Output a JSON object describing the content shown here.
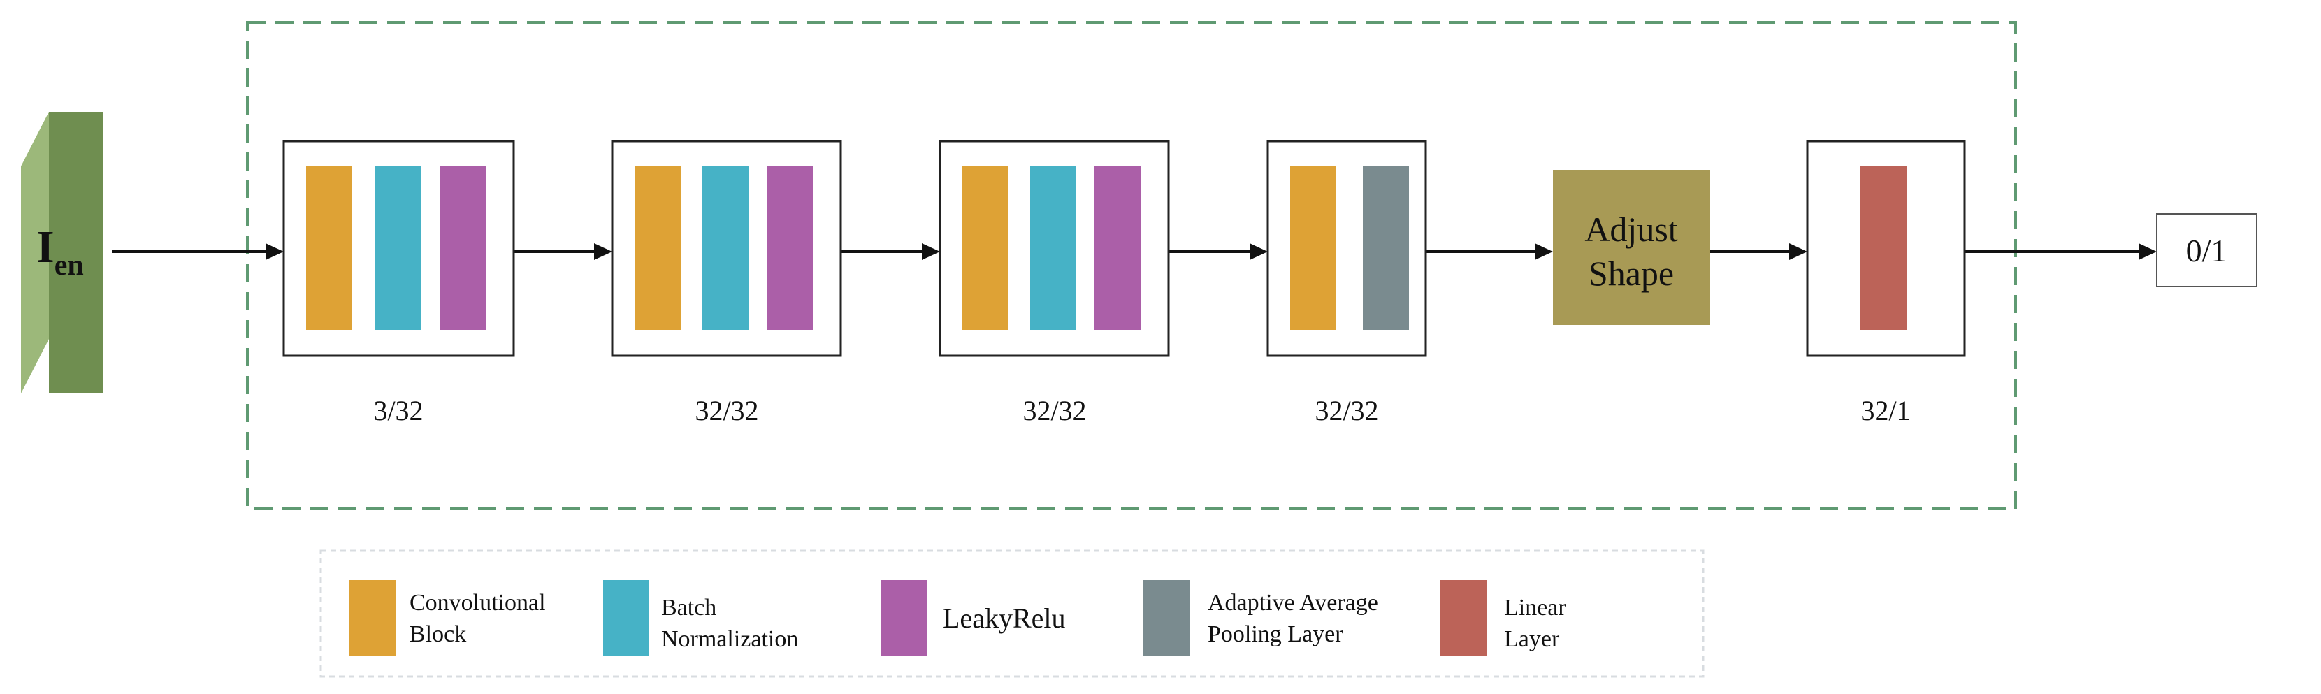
{
  "input": {
    "main": "I",
    "sub": "en"
  },
  "layer_labels": [
    "3/32",
    "32/32",
    "32/32",
    "32/32",
    "32/1"
  ],
  "adjust_shape": {
    "line1": "Adjust",
    "line2": "Shape"
  },
  "output": "0/1",
  "legend": [
    {
      "name": "Convolutional Block",
      "line1": "Convolutional",
      "line2": "Block",
      "color": "#dea235"
    },
    {
      "name": "Batch Normalization",
      "line1": "Batch",
      "line2": "Normalization",
      "color": "#46b2c6"
    },
    {
      "name": "LeakyRelu",
      "line1": "LeakyRelu",
      "line2": "",
      "color": "#ab5fa8"
    },
    {
      "name": "Adaptive Average Pooling Layer",
      "line1": "Adaptive Average",
      "line2": "Pooling Layer",
      "color": "#7a8b8f"
    },
    {
      "name": "Linear Layer",
      "line1": "Linear",
      "line2": "Layer",
      "color": "#bc6358"
    }
  ],
  "colors": {
    "conv": "#dea235",
    "batchnorm": "#46b2c6",
    "leakyrelu": "#ab5fa8",
    "pooling": "#7a8b8f",
    "linear": "#bc6358",
    "adjust_fill": "#a89a55",
    "input_front": "#6f8e50",
    "input_side": "#9cb87a",
    "dashed_border": "#5f9a72"
  }
}
